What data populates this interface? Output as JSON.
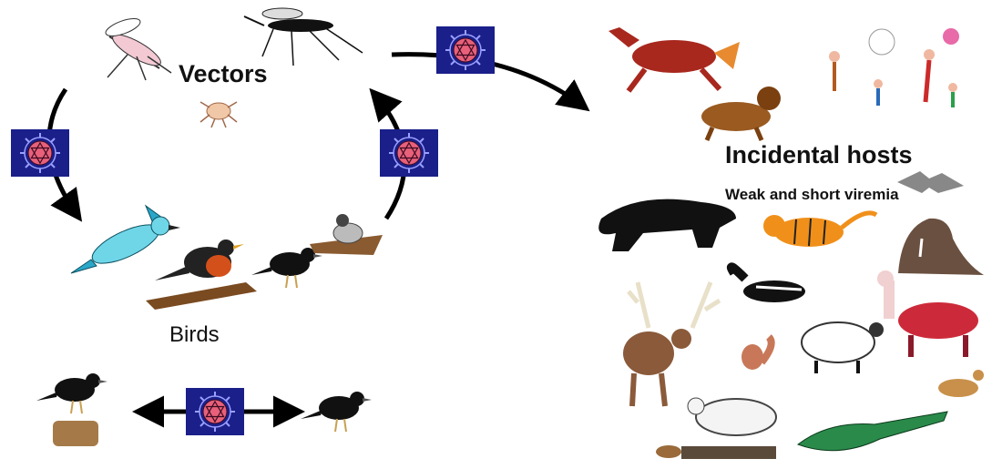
{
  "labels": {
    "vectors": "Vectors",
    "birds": "Birds",
    "incidental_hosts": "Incidental hosts",
    "viremia": "Weak and short viremia"
  },
  "colors": {
    "virus_box": "#1a1f8a",
    "virus_fill": "#e8607a",
    "arrow": "#000000"
  }
}
